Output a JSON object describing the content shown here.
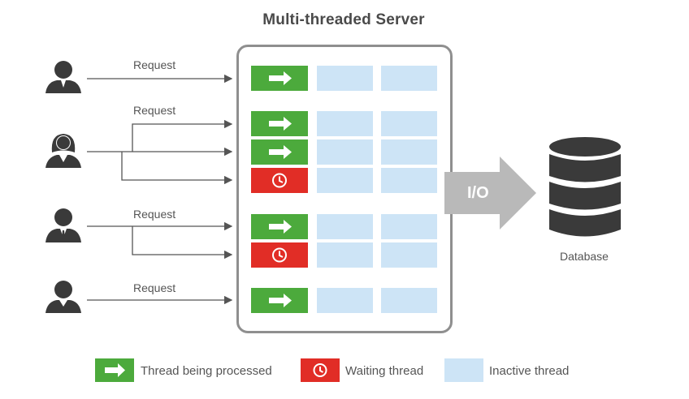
{
  "title": "Multi-threaded Server",
  "requests": [
    {
      "label": "Request",
      "icon": "man-user-icon"
    },
    {
      "label": "Request",
      "icon": "woman-user-icon"
    },
    {
      "label": "Request",
      "icon": "businessman-user-icon"
    },
    {
      "label": "Request",
      "icon": "user-icon"
    }
  ],
  "io_label": "I/O",
  "database_label": "Database",
  "legend": {
    "processed": "Thread being processed",
    "waiting": "Waiting thread",
    "inactive": "Inactive thread"
  },
  "colors": {
    "processed": "#4caa3c",
    "waiting": "#e12d26",
    "inactive": "#cde4f6",
    "io_arrow": "#b9b9b9",
    "database": "#3a3a3a"
  }
}
